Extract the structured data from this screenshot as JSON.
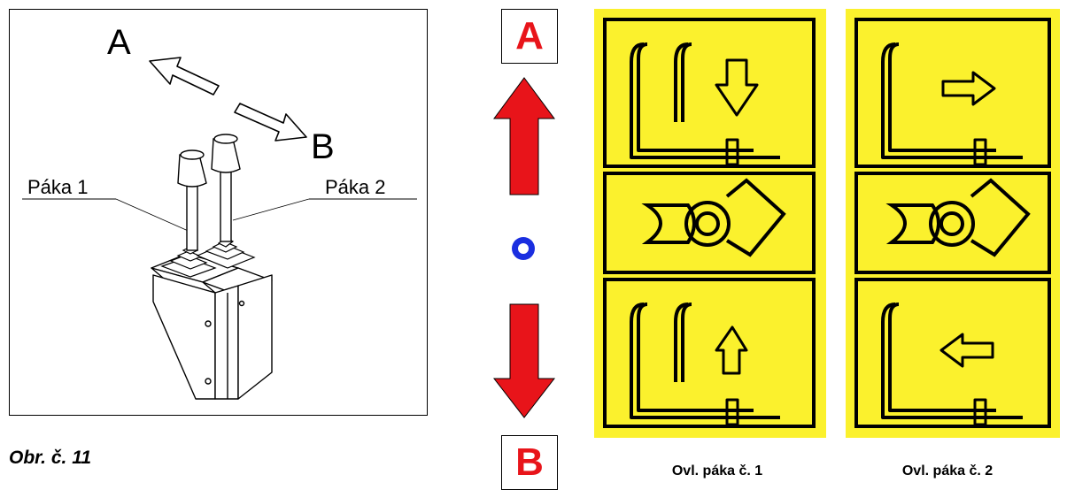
{
  "figure": {
    "caption": "Obr. č. 11",
    "direction_a": "A",
    "direction_b": "B",
    "lever_1_label": "Páka 1",
    "lever_2_label": "Páka 2"
  },
  "indicator": {
    "top_letter": "A",
    "bottom_letter": "B"
  },
  "panels": [
    {
      "label": "Ovl. páka č. 1"
    },
    {
      "label": "Ovl. páka č. 2"
    }
  ],
  "colors": {
    "arrow_red": "#e8141a",
    "neutral_blue": "#1a2ee0",
    "label_yellow": "#fbf12d",
    "letter_red": "#e8141a"
  }
}
